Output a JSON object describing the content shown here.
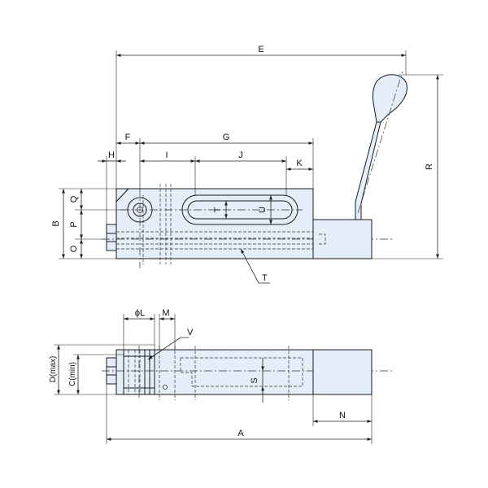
{
  "dimension_labels": {
    "E": "E",
    "F": "F",
    "G": "G",
    "H": "H",
    "I": "I",
    "J": "J",
    "K": "K",
    "Q": "Q",
    "B": "B",
    "P": "P",
    "O": "O",
    "T_slot": "T",
    "U": "U",
    "R": "R",
    "T_leader": "T",
    "phiL": "ϕL",
    "M": "M",
    "V": "V",
    "D_max": "D(max)",
    "C_min": "C(min)",
    "S": "S",
    "N": "N",
    "A": "A"
  }
}
